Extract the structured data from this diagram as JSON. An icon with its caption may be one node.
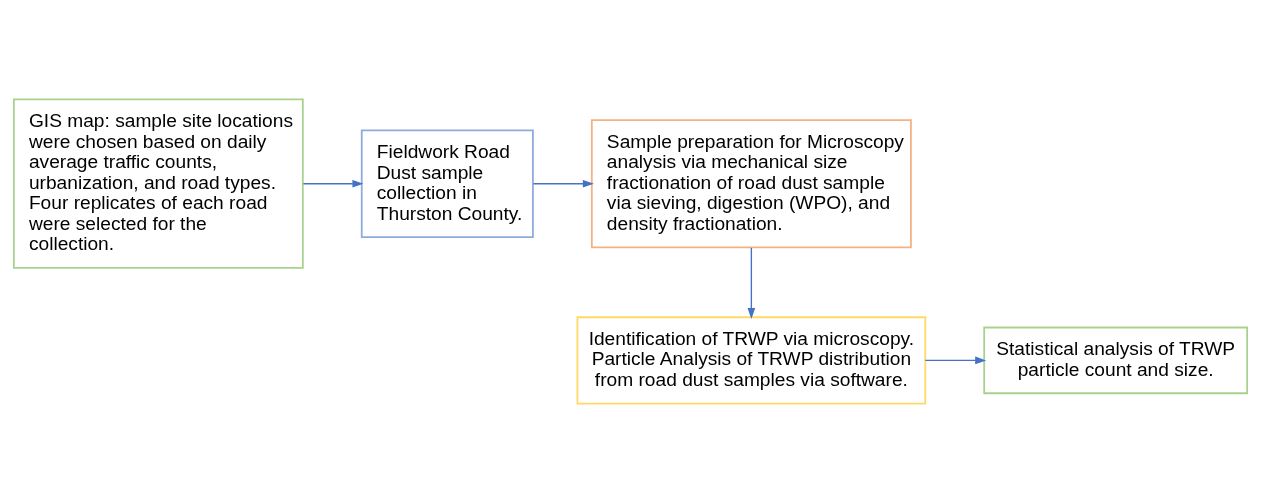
{
  "diagram": {
    "nodes": [
      {
        "text": [
          "GIS map: sample site locations were chosen based on daily average traffic counts, urbanization, and road types. Four replicates of each road were selected for the collection."
        ]
      },
      {
        "text": [
          "Fieldwork Road Dust sample collection in Thurston County."
        ]
      },
      {
        "text": [
          "Sample preparation for Microscopy analysis via mechanical size fractionation of road dust sample via sieving, digestion (WPO), and density fractionation."
        ]
      },
      {
        "text": [
          "Identification of TRWP via microscopy. Particle Analysis of TRWP distribution from road dust samples via software."
        ]
      },
      {
        "text": [
          "Statistical analysis of TRWP particle count and size."
        ]
      }
    ],
    "edges": [
      {
        "from": 0,
        "to": 1,
        "arrow": "to"
      },
      {
        "from": 1,
        "to": 2,
        "arrow": "to"
      },
      {
        "from": 2,
        "to": 3,
        "arrow": "to"
      },
      {
        "from": 3,
        "to": 4,
        "arrow": "to"
      }
    ]
  }
}
